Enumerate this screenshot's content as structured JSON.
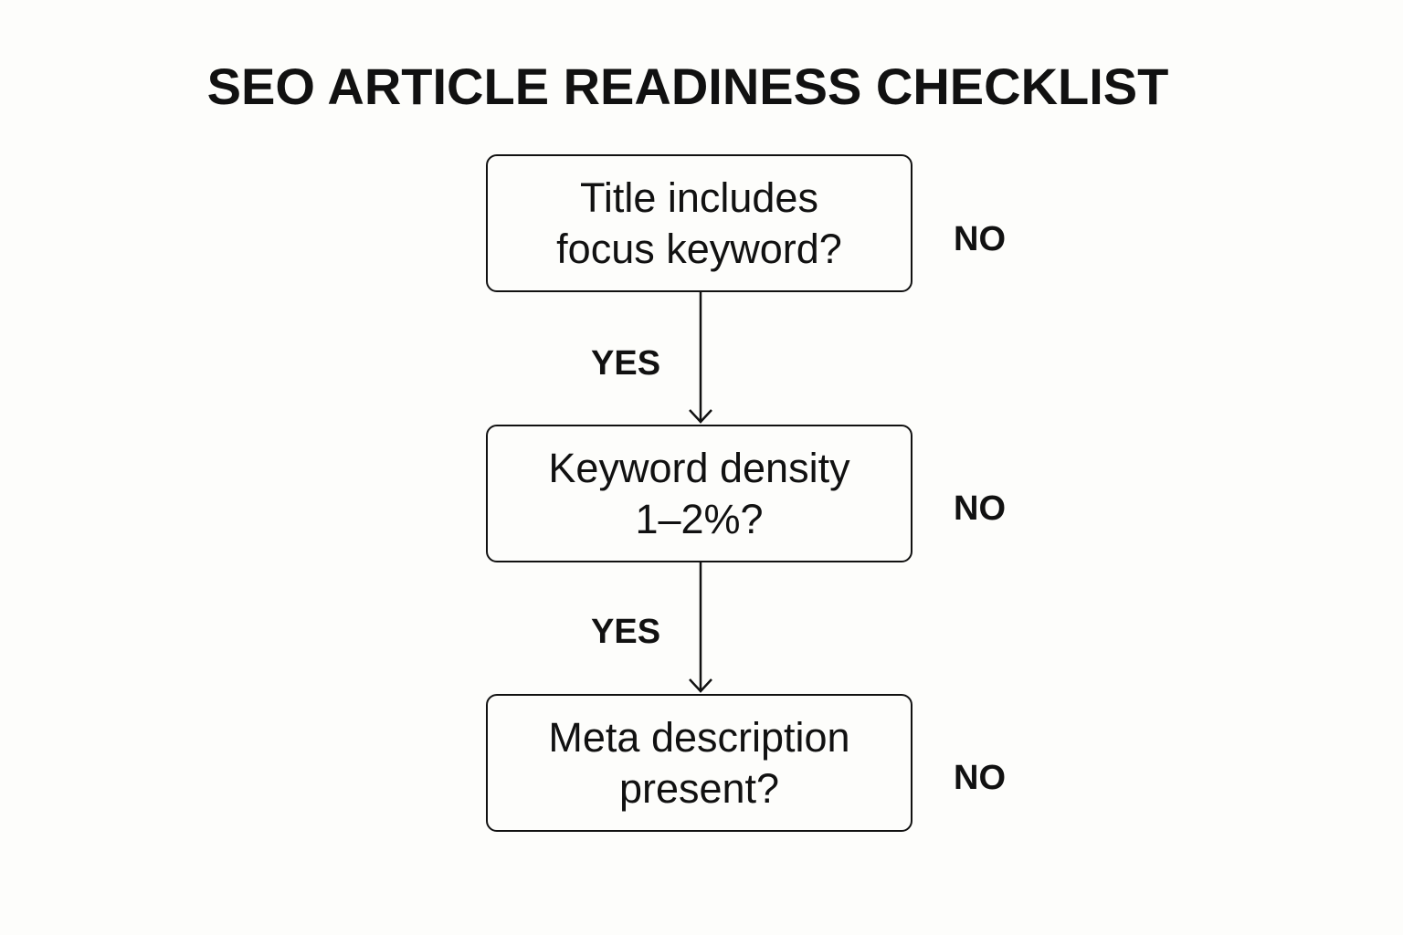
{
  "title": "SEO ARTICLE READINESS CHECKLIST",
  "nodes": [
    {
      "lines": [
        "Title includes",
        "focus keyword?"
      ],
      "no_label": "NO"
    },
    {
      "lines": [
        "Keyword density",
        "1–2%?"
      ],
      "no_label": "NO"
    },
    {
      "lines": [
        "Meta description",
        "present?"
      ],
      "no_label": "NO"
    }
  ],
  "edges": [
    {
      "from": 0,
      "to": 1,
      "label": "YES"
    },
    {
      "from": 1,
      "to": 2,
      "label": "YES"
    }
  ],
  "colors": {
    "background": "#fdfdfb",
    "stroke": "#111111",
    "text": "#111111"
  }
}
